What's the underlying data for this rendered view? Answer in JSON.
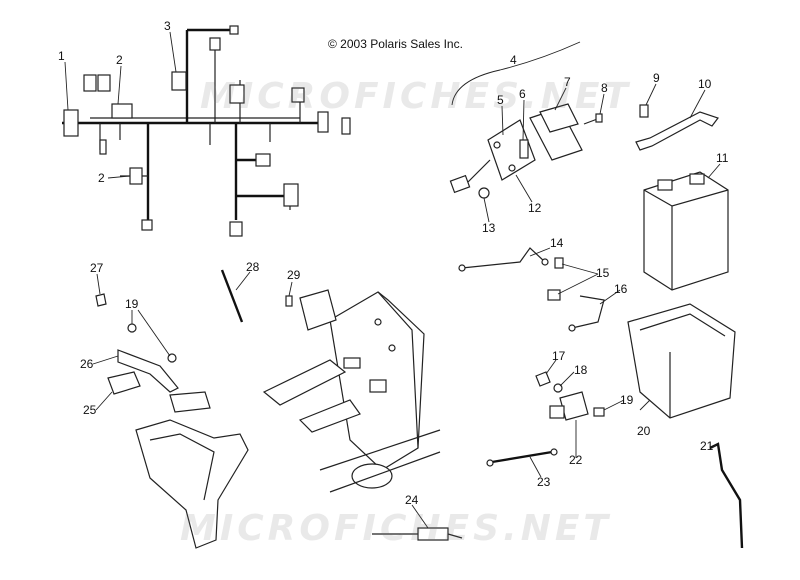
{
  "copyright": "© 2003 Polaris Sales Inc.",
  "watermark": "MICROFICHES.NET",
  "callouts": [
    {
      "id": "1",
      "label": "1"
    },
    {
      "id": "2a",
      "label": "2"
    },
    {
      "id": "3",
      "label": "3"
    },
    {
      "id": "2b",
      "label": "2"
    },
    {
      "id": "4",
      "label": "4"
    },
    {
      "id": "5",
      "label": "5"
    },
    {
      "id": "6",
      "label": "6"
    },
    {
      "id": "7",
      "label": "7"
    },
    {
      "id": "8",
      "label": "8"
    },
    {
      "id": "9",
      "label": "9"
    },
    {
      "id": "10",
      "label": "10"
    },
    {
      "id": "11",
      "label": "11"
    },
    {
      "id": "12",
      "label": "12"
    },
    {
      "id": "13",
      "label": "13"
    },
    {
      "id": "14",
      "label": "14"
    },
    {
      "id": "15",
      "label": "15"
    },
    {
      "id": "16",
      "label": "16"
    },
    {
      "id": "17",
      "label": "17"
    },
    {
      "id": "18",
      "label": "18"
    },
    {
      "id": "19a",
      "label": "19"
    },
    {
      "id": "19b",
      "label": "19"
    },
    {
      "id": "20",
      "label": "20"
    },
    {
      "id": "21",
      "label": "21"
    },
    {
      "id": "22",
      "label": "22"
    },
    {
      "id": "23",
      "label": "23"
    },
    {
      "id": "24",
      "label": "24"
    },
    {
      "id": "25",
      "label": "25"
    },
    {
      "id": "26",
      "label": "26"
    },
    {
      "id": "27",
      "label": "27"
    },
    {
      "id": "28",
      "label": "28"
    },
    {
      "id": "29",
      "label": "29"
    }
  ]
}
